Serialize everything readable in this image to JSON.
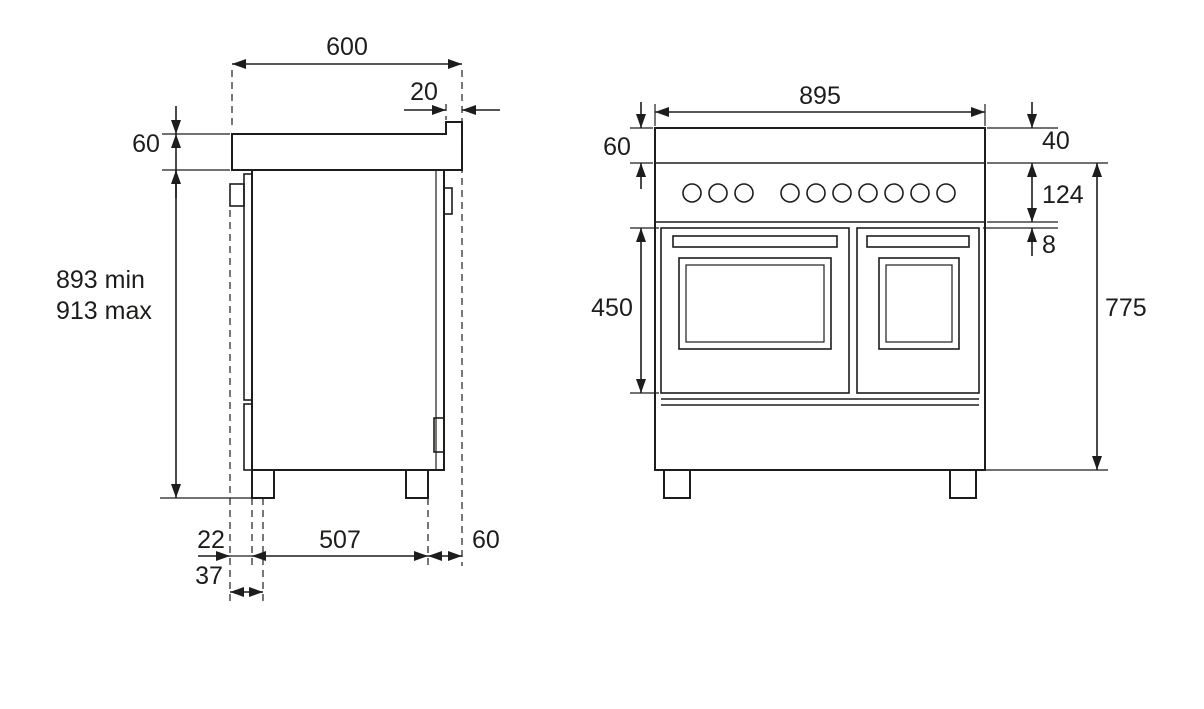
{
  "dims": {
    "side": {
      "depth": "600",
      "rear_lip": "20",
      "top_height": "60",
      "height_min": "893 min",
      "height_max": "913 max",
      "front_to_foot": "22",
      "feet_span": "507",
      "rear_clearance": "60",
      "front_foot_center": "37"
    },
    "front": {
      "width": "895",
      "top_height": "60",
      "knob_offset": "40",
      "panel_height": "124",
      "panel_gap": "8",
      "door_height": "450",
      "body_height": "775"
    }
  }
}
